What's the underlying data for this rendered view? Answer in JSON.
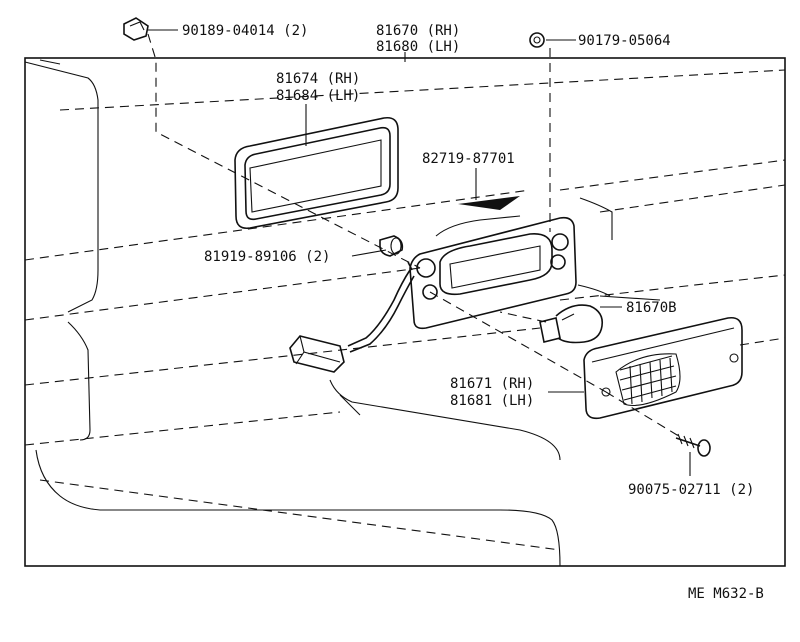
{
  "labels": {
    "clip_top": "90189-04014 (2)",
    "lamp_assy_rh": "81670 (RH)",
    "lamp_assy_lh": "81680 (LH)",
    "nut": "90179-05064",
    "gasket_rh": "81674 (RH)",
    "gasket_lh": "81684 (LH)",
    "tape": "82719-87701",
    "grommet": "81919-89106 (2)",
    "bulb": "81670B",
    "lens_rh": "81671 (RH)",
    "lens_lh": "81681 (LH)",
    "screw": "90075-02711 (2)"
  },
  "figure_code": "ME M632-B"
}
